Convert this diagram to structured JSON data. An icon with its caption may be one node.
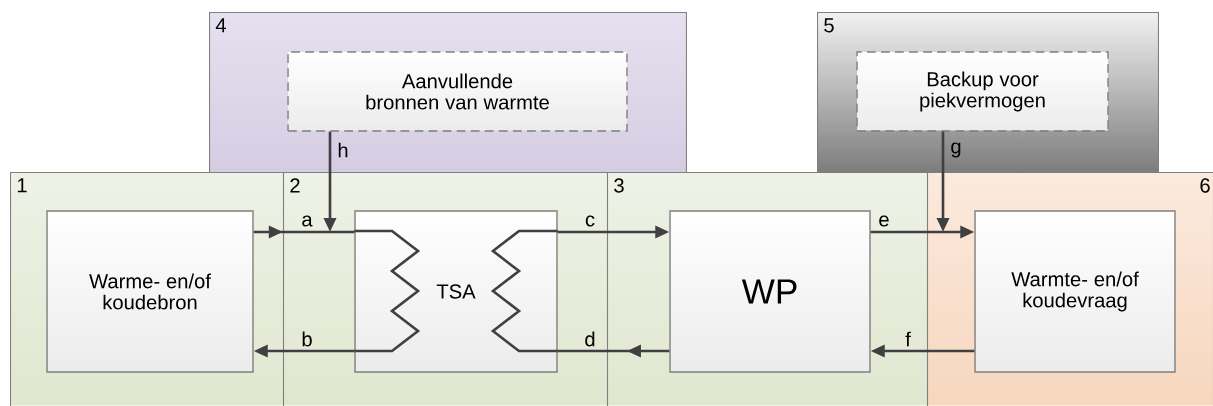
{
  "diagram": {
    "nodes": [
      {
        "text": [
          "4"
        ]
      },
      {
        "text": [
          "Aanvullende bronnen van warmte"
        ],
        "in": 0
      },
      {
        "text": [
          "5"
        ]
      },
      {
        "text": [
          "Backup voor piekvermogen"
        ],
        "in": 2
      },
      {
        "text": [
          "1"
        ]
      },
      {
        "text": [
          "Warme- en/of koudebron"
        ],
        "in": 4
      },
      {
        "text": [
          "2"
        ]
      },
      {
        "text": [
          "TSA"
        ],
        "in": 6
      },
      {
        "text": [
          "3"
        ]
      },
      {
        "text": [
          "WP"
        ],
        "in": 8
      },
      {
        "text": [
          "6"
        ]
      },
      {
        "text": [
          "Warmte- en/of koudevraag"
        ],
        "in": 10
      }
    ],
    "edges": [
      {
        "from": 5,
        "to": 7,
        "arrow": "to",
        "label": "a"
      },
      {
        "from": 7,
        "to": 5,
        "arrow": "to",
        "label": "b"
      },
      {
        "from": 7,
        "to": 9,
        "arrow": "to",
        "label": "c"
      },
      {
        "from": 9,
        "to": 7,
        "arrow": "to",
        "label": "d"
      },
      {
        "from": 9,
        "to": 11,
        "arrow": "to",
        "label": "e"
      },
      {
        "from": 11,
        "to": 9,
        "arrow": "to",
        "label": "f"
      },
      {
        "from": 3,
        "to": 10,
        "arrow": "to",
        "label": "g"
      },
      {
        "from": 1,
        "to": null,
        "arrow": "to",
        "label": "h"
      }
    ]
  }
}
